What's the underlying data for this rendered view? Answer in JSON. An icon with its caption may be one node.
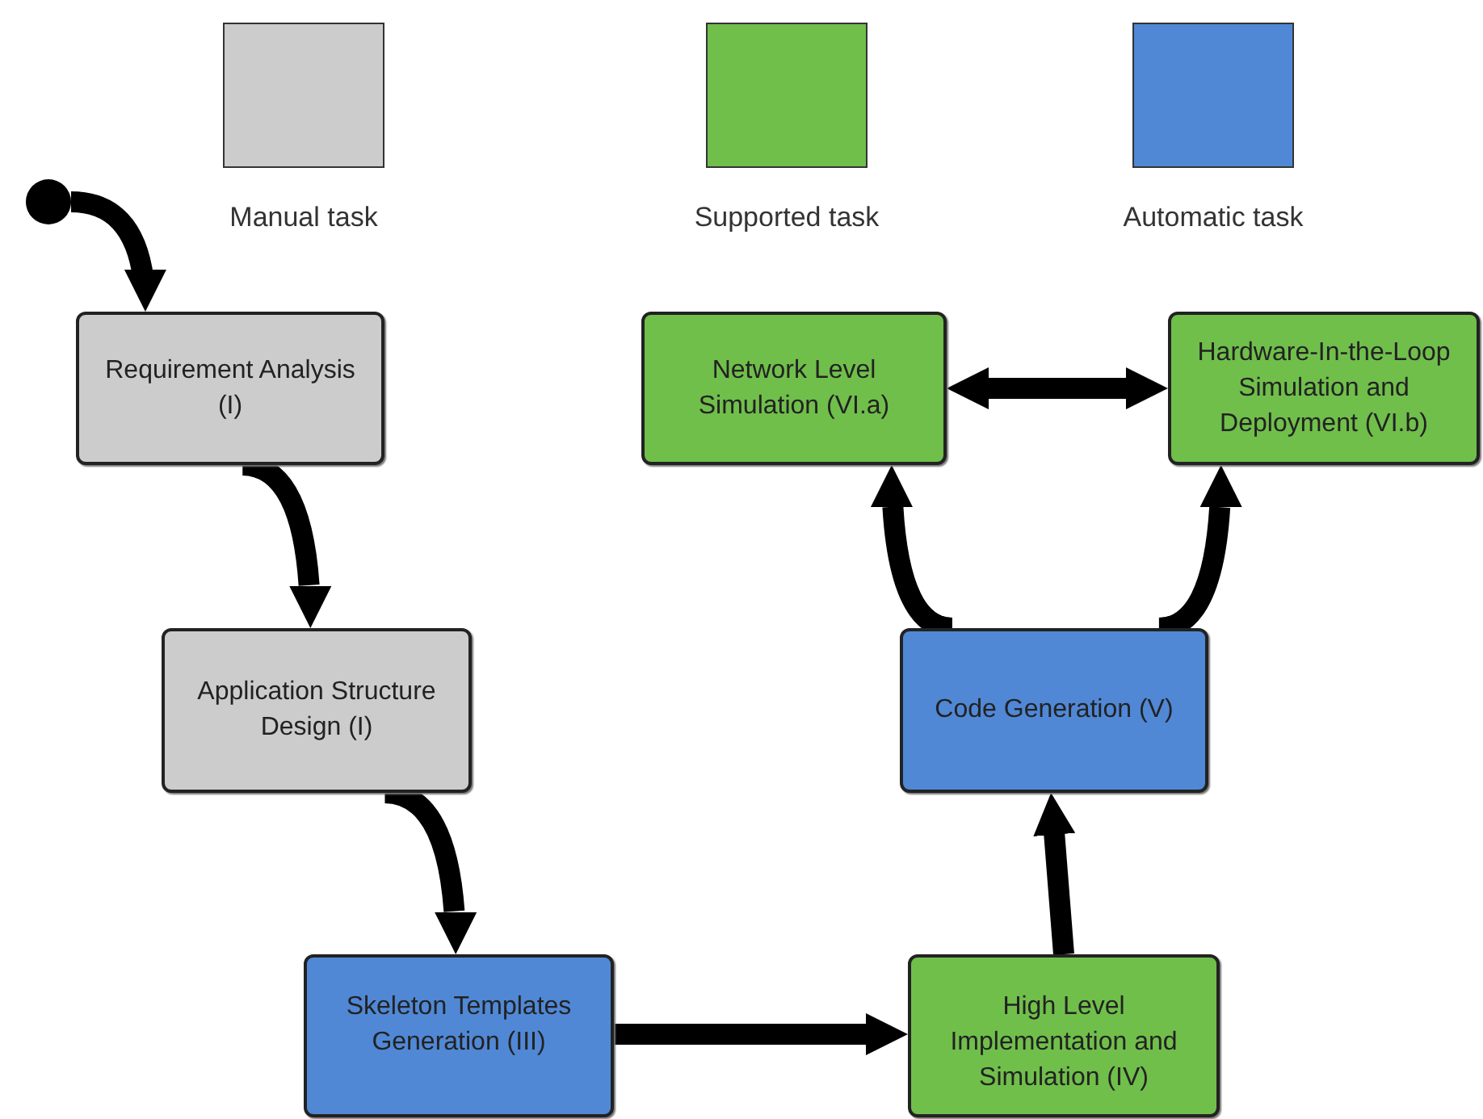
{
  "diagram": {
    "nodes": [
      {
        "text": [],
        "shape": "circle"
      },
      {
        "text": [
          "Requirement Analysis (I)"
        ]
      },
      {
        "text": [
          "Application Structure Design (I)"
        ]
      },
      {
        "text": [
          "Skeleton Templates Generation (III)"
        ]
      },
      {
        "text": [
          "High Level Implementation and Simulation (IV)"
        ]
      },
      {
        "text": [
          "Code Generation (V)"
        ]
      },
      {
        "text": [
          "Network Level Simulation (VI.a)"
        ]
      },
      {
        "text": [
          "Hardware-In-the-Loop Simulation and Deployment (VI.b)"
        ]
      }
    ],
    "edges": [
      {
        "from": 0,
        "to": 1,
        "arrow": "to"
      },
      {
        "from": 1,
        "to": 2,
        "arrow": "to"
      },
      {
        "from": 2,
        "to": 3,
        "arrow": "to"
      },
      {
        "from": 3,
        "to": 4,
        "arrow": "to"
      },
      {
        "from": 4,
        "to": 5,
        "arrow": "to"
      },
      {
        "from": 5,
        "to": 6,
        "arrow": "to"
      },
      {
        "from": 5,
        "to": 7,
        "arrow": "to"
      },
      {
        "from": 6,
        "to": 7,
        "arrow": "both"
      }
    ],
    "legend": [
      {
        "text": "Manual task",
        "color": "#cccccc"
      },
      {
        "text": "Supported task",
        "color": "#70bf4b"
      },
      {
        "text": "Automatic task",
        "color": "#5088d6"
      }
    ]
  }
}
